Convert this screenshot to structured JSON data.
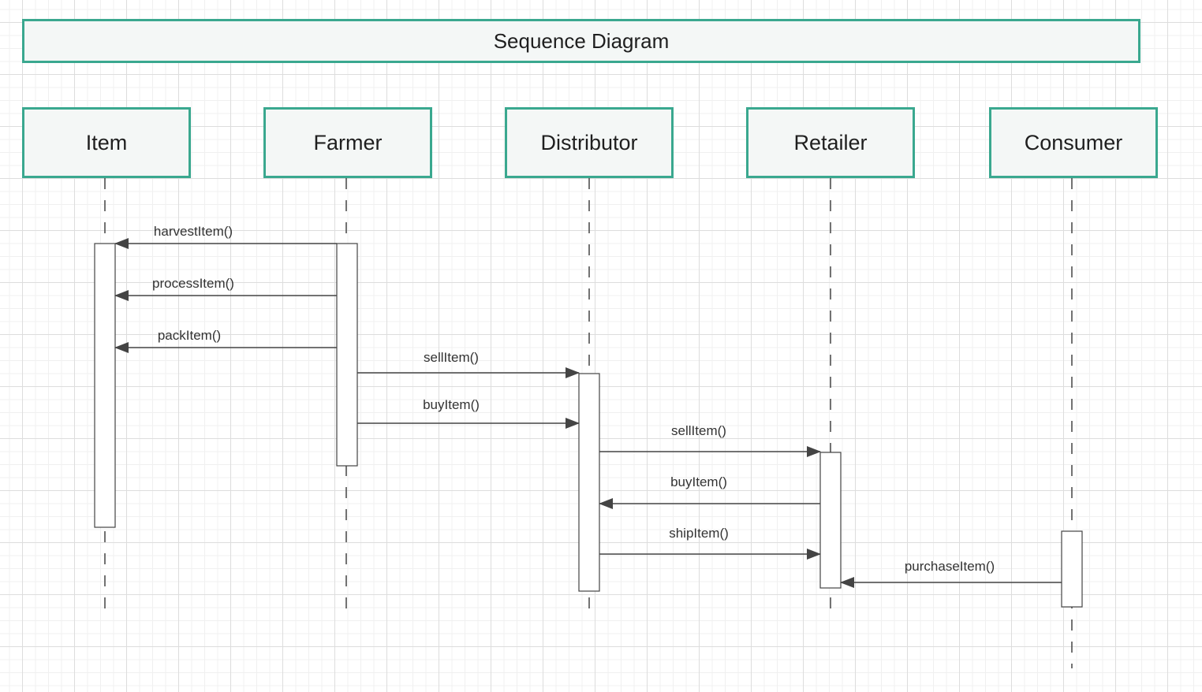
{
  "diagram": {
    "title": "Sequence Diagram",
    "participants": [
      {
        "id": "item",
        "label": "Item"
      },
      {
        "id": "farmer",
        "label": "Farmer"
      },
      {
        "id": "distributor",
        "label": "Distributor"
      },
      {
        "id": "retailer",
        "label": "Retailer"
      },
      {
        "id": "consumer",
        "label": "Consumer"
      }
    ],
    "messages": [
      {
        "label": "harvestItem()",
        "from": "farmer",
        "to": "item"
      },
      {
        "label": "processItem()",
        "from": "farmer",
        "to": "item"
      },
      {
        "label": "packItem()",
        "from": "farmer",
        "to": "item"
      },
      {
        "label": "sellItem()",
        "from": "farmer",
        "to": "distributor"
      },
      {
        "label": "buyItem()",
        "from": "farmer",
        "to": "distributor"
      },
      {
        "label": "sellItem()",
        "from": "distributor",
        "to": "retailer"
      },
      {
        "label": "buyItem()",
        "from": "retailer",
        "to": "distributor"
      },
      {
        "label": "shipItem()",
        "from": "distributor",
        "to": "retailer"
      },
      {
        "label": "purchaseItem()",
        "from": "consumer",
        "to": "retailer"
      }
    ],
    "colors": {
      "border": "#3aa88f",
      "box_fill": "#f4f7f6",
      "line": "#444444"
    }
  }
}
